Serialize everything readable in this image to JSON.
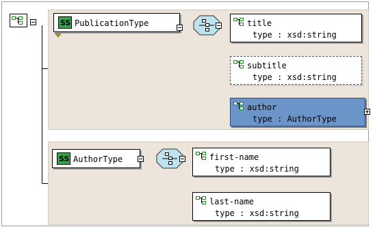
{
  "diagram": {
    "groups": [
      {
        "type_name": "PublicationType",
        "elements": [
          {
            "name": "title",
            "type": "type : xsd:string",
            "optional": false,
            "selected": false
          },
          {
            "name": "subtitle",
            "type": "type : xsd:string",
            "optional": true,
            "selected": false
          },
          {
            "name": "author",
            "type": "type : AuthorType",
            "optional": false,
            "selected": true
          }
        ]
      },
      {
        "type_name": "AuthorType",
        "elements": [
          {
            "name": "first-name",
            "type": "type : xsd:string",
            "optional": false,
            "selected": false
          },
          {
            "name": "last-name",
            "type": "type : xsd:string",
            "optional": false,
            "selected": false
          }
        ]
      }
    ]
  },
  "colors": {
    "group_background": "#ede5dc",
    "selected_fill": "#6b94c9",
    "complex_type_icon": "#3aa24a",
    "sequence_icon": "#bfe3ee"
  },
  "icons": {
    "root": "element-tree-icon",
    "complex_type": "complex-type-icon",
    "sequence": "sequence-compositor-icon",
    "element": "element-icon",
    "expand": "expand-icon",
    "collapse": "collapse-icon"
  }
}
